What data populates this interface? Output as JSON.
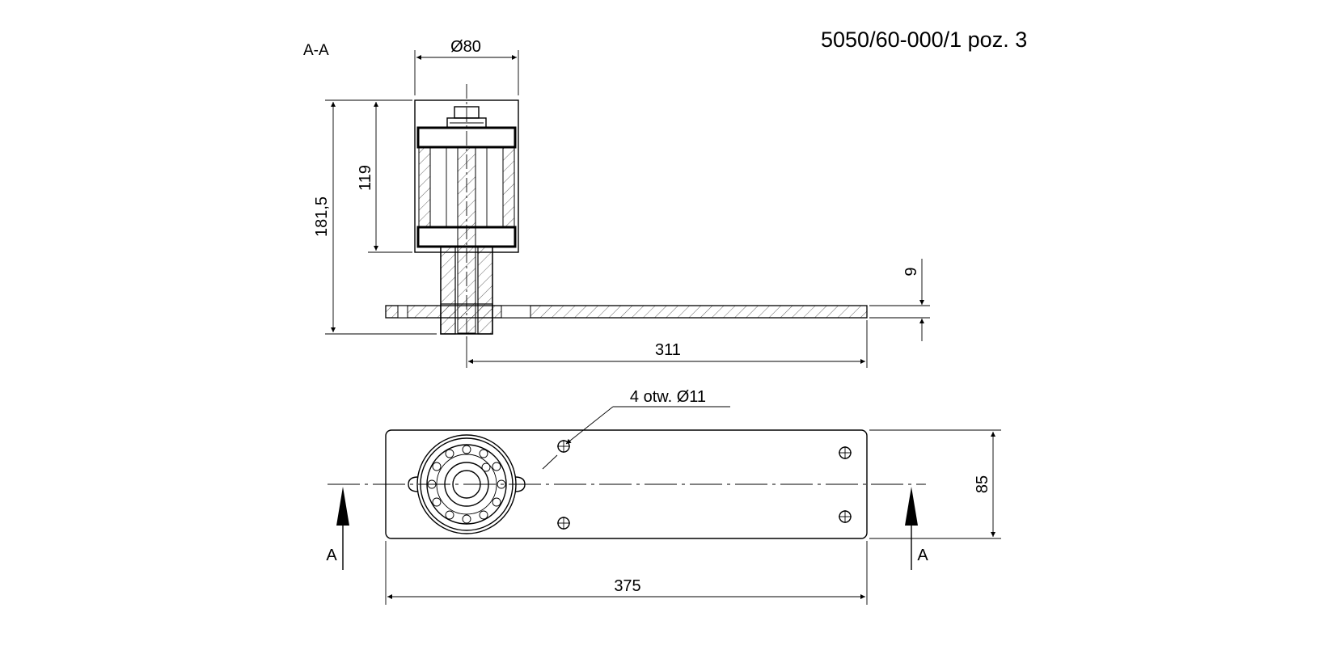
{
  "drawing": {
    "number": "5050/60-000/1 poz. 3",
    "section_label": "A-A",
    "section_markers": [
      "A",
      "A"
    ]
  },
  "dimensions": {
    "diameter_80": "Ø80",
    "height_119": "119",
    "height_181_5": "181,5",
    "thickness_9": "9",
    "length_311": "311",
    "holes_note": "4 otw. Ø11",
    "width_85": "85",
    "length_375": "375"
  }
}
